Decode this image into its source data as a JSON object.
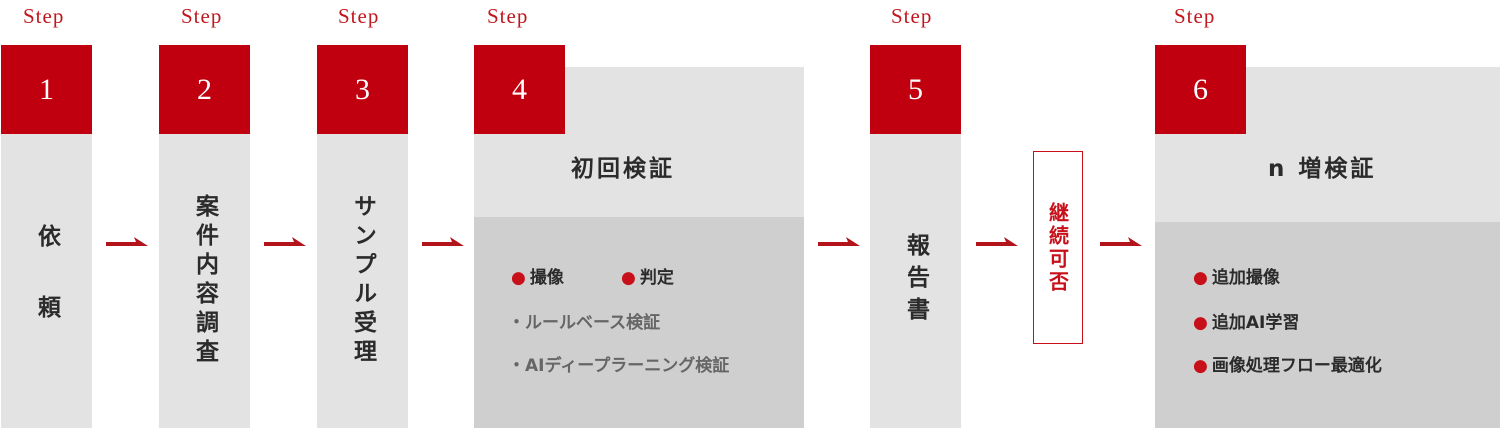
{
  "step_label": "Step",
  "steps": [
    {
      "num": "1",
      "text": "依 頼"
    },
    {
      "num": "2",
      "text": "案件内容調査"
    },
    {
      "num": "3",
      "text": "サンプル受理"
    },
    {
      "num": "4",
      "heading": "初回検証",
      "bullets": [
        "撮像",
        "判定"
      ],
      "subs": [
        "・ルールベース検証",
        "・AIディープラーニング検証"
      ]
    },
    {
      "num": "5",
      "text": "報告書"
    },
    {
      "num": "6",
      "heading": "n 増検証",
      "bullets": [
        "追加撮像",
        "追加AI学習",
        "画像処理フロー最適化"
      ]
    }
  ],
  "continue_label": "継続可否",
  "colors": {
    "accent": "#c0000e",
    "panel": "#e3e3e3",
    "panel_dark": "#cfcfcf"
  }
}
